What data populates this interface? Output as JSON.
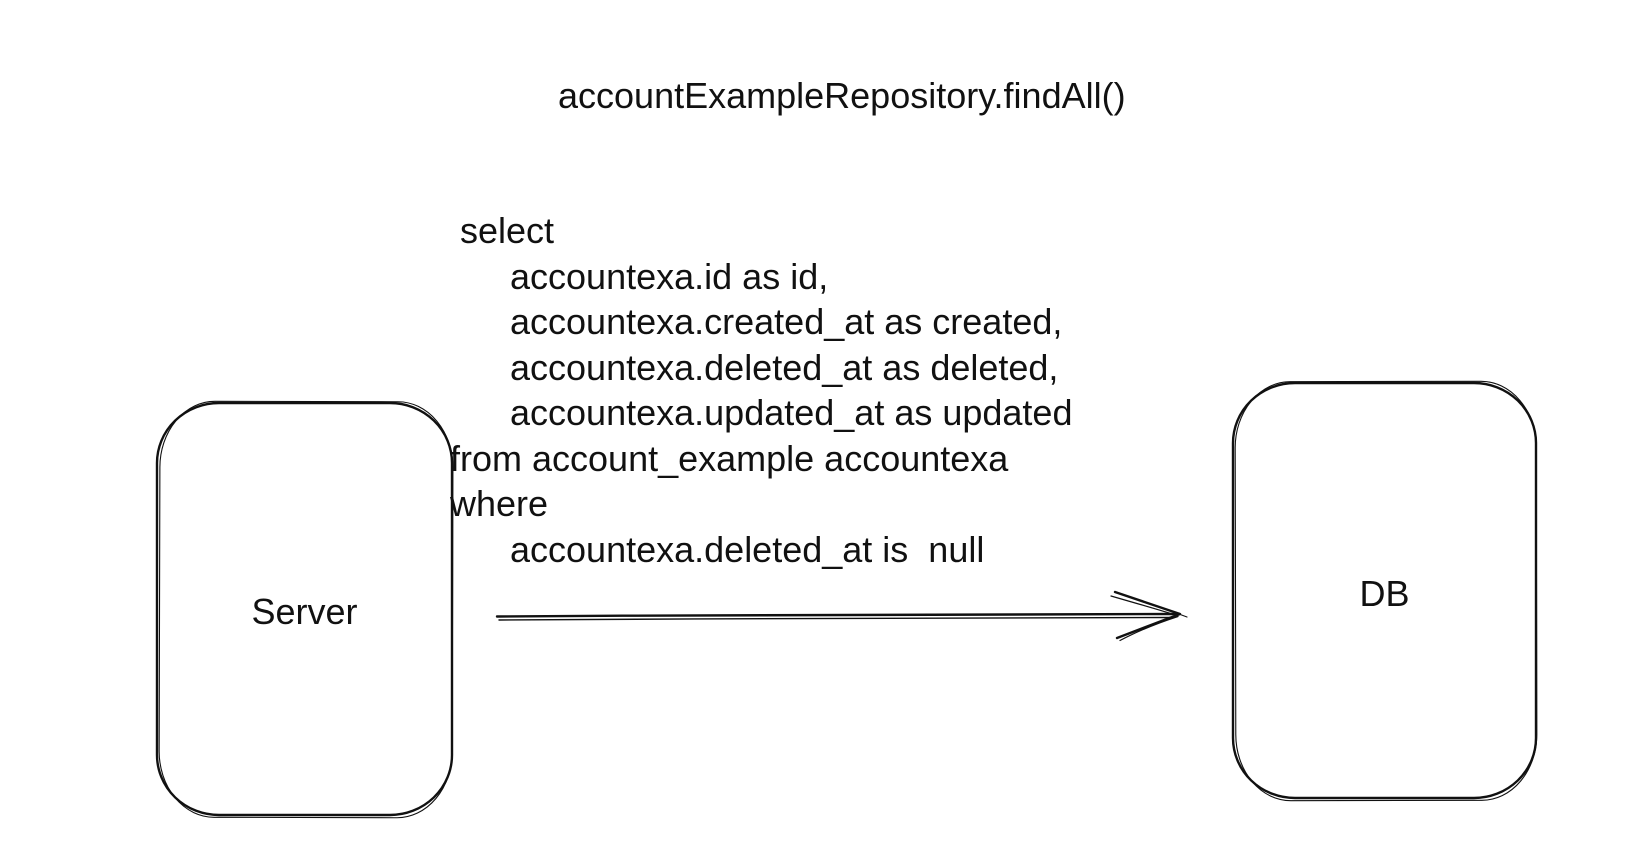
{
  "colors": {
    "ink": "#111111",
    "background": "#ffffff"
  },
  "title": {
    "text": "accountExampleRepository.findAll()"
  },
  "sql_query": {
    "lines": [
      " select",
      "      accountexa.id as id,",
      "      accountexa.created_at as created,",
      "      accountexa.deleted_at as deleted,",
      "      accountexa.updated_at as updated",
      "from account_example accountexa",
      "where",
      "      accountexa.deleted_at is  null"
    ]
  },
  "nodes": {
    "server": {
      "label": "Server"
    },
    "db": {
      "label": "DB"
    }
  }
}
